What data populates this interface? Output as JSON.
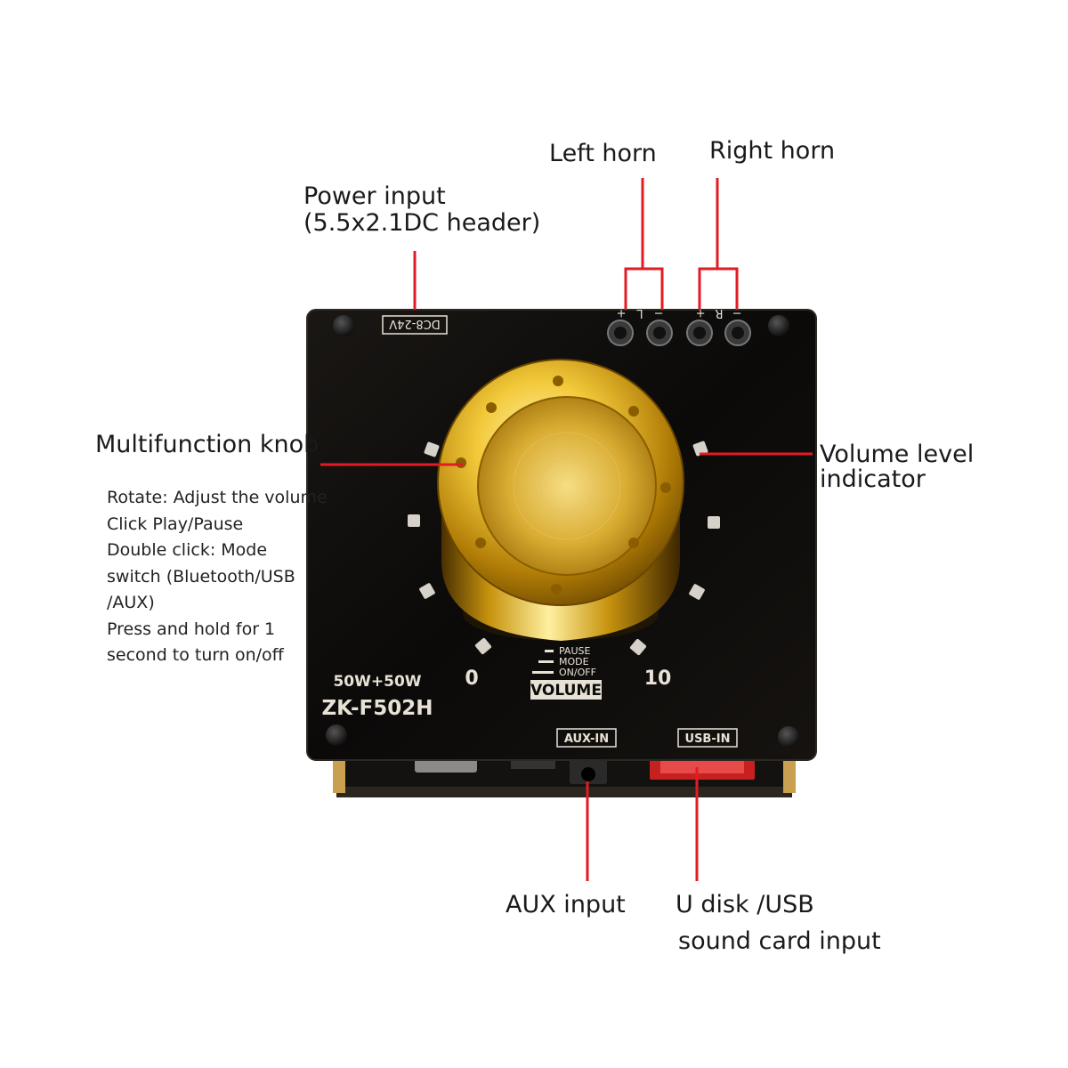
{
  "callouts": {
    "left_horn": "Left horn",
    "right_horn": "Right horn",
    "power_input": [
      "Power input",
      "(5.5x2.1DC header)"
    ],
    "multifunction_knob": "Multifunction knob",
    "volume_level_indicator": [
      "Volume level",
      "indicator"
    ],
    "aux_input": "AUX input",
    "usb_input": [
      "U disk /USB",
      "sound card input"
    ]
  },
  "knob_functions": [
    "Rotate: Adjust the volume",
    "Click Play/Pause",
    "Double click: Mode",
    "switch (Bluetooth/USB",
    "/AUX)",
    "Press and hold for 1",
    "second to turn on/off"
  ],
  "board": {
    "power_rating": "DC8-24V",
    "terminal_labels": [
      "+",
      "L",
      "−",
      "+",
      "R",
      "−"
    ],
    "output_power": "50W+50W",
    "model": "ZK-F502H",
    "scale_min": "0",
    "scale_max": "10",
    "volume_label": "VOLUME",
    "legend": [
      "PAUSE",
      "MODE",
      "ON/OFF"
    ],
    "port_aux": "AUX-IN",
    "port_usb": "USB-IN"
  },
  "colors": {
    "leader_line": "#e31b23",
    "board": "#0e0c0a",
    "knob_gold": "#d4a017"
  }
}
